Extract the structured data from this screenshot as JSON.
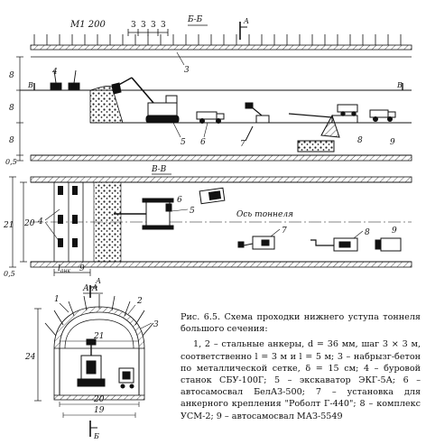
{
  "scale": "M1 200",
  "top_dims": [
    "3",
    "3",
    "3",
    "3"
  ],
  "sections": {
    "bb_top": "Б-Б",
    "vv": "В-В",
    "aa": "А-А",
    "a": "А",
    "b": "Б",
    "v": "В"
  },
  "elevation_dims": [
    "8",
    "8",
    "8"
  ],
  "elevation_side": "0,5",
  "plan_dims": {
    "d21": "21",
    "d20": "20",
    "d05": "0,5",
    "d9": "9",
    "lanc": "l",
    "lanc_sub": "анк"
  },
  "axis_label": "Ось тоннеля",
  "section_dims": {
    "d21": "21",
    "d24": "24",
    "d20": "20",
    "d19": "19"
  },
  "callouts": {
    "n1": "1",
    "n2": "2",
    "n3": "3",
    "n4": "4",
    "n5": "5",
    "n6": "6",
    "n7": "7",
    "n8": "8",
    "n9": "9"
  },
  "caption": {
    "title": "Рис. 6.5. Схема проходки нижнего уступа тоннеля большого сечения:",
    "legend": "1, 2 – стальные анкеры, d = 36 мм, шаг 3 × 3 м, соответственно l = 3 м и l = 5 м; 3 – набрызг-бетон по металлической сетке, δ = 15 см; 4 – буровой станок СБУ-100Г; 5 – экскаватор ЭКГ-5А; 6 – автосамосвал БелАЗ-500; 7 – установка для анкерного крепления \"Роболт Г-440\"; 8 – комплекс УСМ-2; 9 – автосамосвал МАЗ-5549"
  }
}
